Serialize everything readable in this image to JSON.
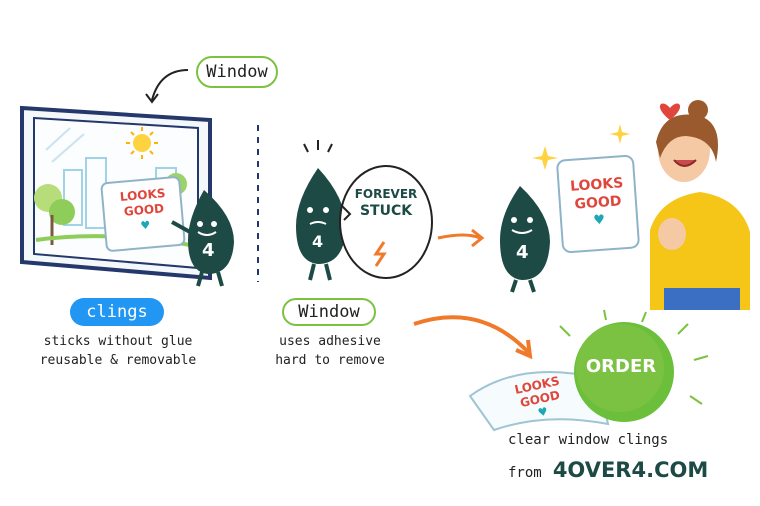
{
  "top_label": "Window",
  "sign_text": {
    "line1": "LOOKS",
    "line2": "GOOD"
  },
  "bubble_text": {
    "line1": "FOREVER",
    "line2": "STUCK"
  },
  "mascot_number": "4",
  "clings_section": {
    "label": "clings",
    "line1": "sticks without glue",
    "line2": "reusable & removable"
  },
  "window_section": {
    "label": "Window",
    "line1": "uses adhesive",
    "line2": "hard to remove"
  },
  "order_button": "ORDER",
  "footer": {
    "line1": "clear window clings",
    "from": "from",
    "brand": "4OVER4.COM"
  },
  "colors": {
    "mascot": "#1d4a44",
    "accent_green": "#7cc242",
    "accent_blue": "#2196f3",
    "sign_red": "#e0463b",
    "heart_teal": "#1ea7b5",
    "arrow_orange": "#f07a2a",
    "window_frame": "#24386b",
    "person_sweater": "#f5c518"
  }
}
